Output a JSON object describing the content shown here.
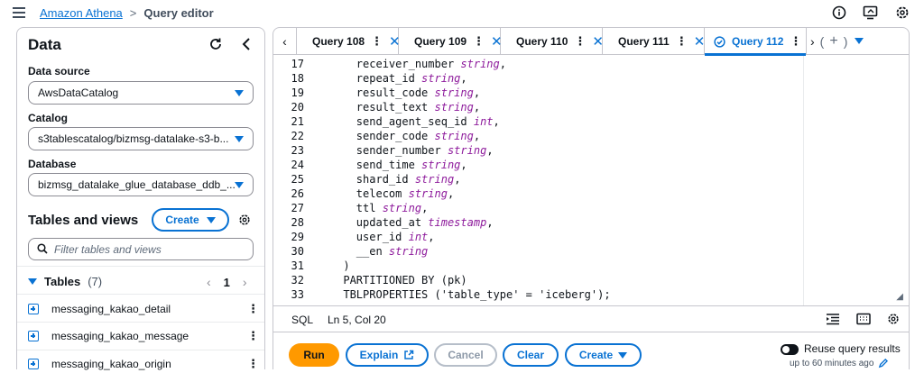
{
  "breadcrumb": {
    "service": "Amazon Athena",
    "separator": ">",
    "current": "Query editor"
  },
  "top_icons": [
    "info-icon",
    "screen-share-icon",
    "settings-icon"
  ],
  "left_panel": {
    "title": "Data",
    "data_source": {
      "label": "Data source",
      "value": "AwsDataCatalog"
    },
    "catalog": {
      "label": "Catalog",
      "value": "s3tablescatalog/bizmsg-datalake-s3-b..."
    },
    "database": {
      "label": "Database",
      "value": "bizmsg_datalake_glue_database_ddb_..."
    },
    "tables_and_views": {
      "title": "Tables and views",
      "create_label": "Create"
    },
    "filter_placeholder": "Filter tables and views",
    "tables": {
      "label": "Tables",
      "count": "(7)",
      "page": "1",
      "items": [
        "messaging_kakao_detail",
        "messaging_kakao_message",
        "messaging_kakao_origin"
      ]
    }
  },
  "tabs": {
    "items": [
      {
        "label": "Query 108"
      },
      {
        "label": "Query 109"
      },
      {
        "label": "Query 110"
      },
      {
        "label": "Query 111"
      },
      {
        "label": "Query 112",
        "active": true
      }
    ]
  },
  "code": {
    "lines": [
      {
        "n": "17",
        "indent": "        ",
        "name": "receiver_number ",
        "type": "string",
        "tail": ","
      },
      {
        "n": "18",
        "indent": "        ",
        "name": "repeat_id ",
        "type": "string",
        "tail": ","
      },
      {
        "n": "19",
        "indent": "        ",
        "name": "result_code ",
        "type": "string",
        "tail": ","
      },
      {
        "n": "20",
        "indent": "        ",
        "name": "result_text ",
        "type": "string",
        "tail": ","
      },
      {
        "n": "21",
        "indent": "        ",
        "name": "send_agent_seq_id ",
        "type": "int",
        "tail": ","
      },
      {
        "n": "22",
        "indent": "        ",
        "name": "sender_code ",
        "type": "string",
        "tail": ","
      },
      {
        "n": "23",
        "indent": "        ",
        "name": "sender_number ",
        "type": "string",
        "tail": ","
      },
      {
        "n": "24",
        "indent": "        ",
        "name": "send_time ",
        "type": "string",
        "tail": ","
      },
      {
        "n": "25",
        "indent": "        ",
        "name": "shard_id ",
        "type": "string",
        "tail": ","
      },
      {
        "n": "26",
        "indent": "        ",
        "name": "telecom ",
        "type": "string",
        "tail": ","
      },
      {
        "n": "27",
        "indent": "        ",
        "name": "ttl ",
        "type": "string",
        "tail": ","
      },
      {
        "n": "28",
        "indent": "        ",
        "name": "updated_at ",
        "type": "timestamp",
        "tail": ","
      },
      {
        "n": "29",
        "indent": "        ",
        "name": "user_id ",
        "type": "int",
        "tail": ","
      },
      {
        "n": "30",
        "indent": "        ",
        "name": "__en ",
        "type": "string",
        "tail": ""
      },
      {
        "n": "31",
        "indent": "      ",
        "name": ")",
        "type": "",
        "tail": ""
      },
      {
        "n": "32",
        "indent": "      ",
        "name": "PARTITIONED BY (pk)",
        "type": "",
        "tail": ""
      },
      {
        "n": "33",
        "indent": "      ",
        "name": "TBLPROPERTIES ('table_type' = 'iceberg');",
        "type": "",
        "tail": ""
      }
    ]
  },
  "status": {
    "language": "SQL",
    "position": "Ln 5, Col 20"
  },
  "actions": {
    "run": "Run",
    "explain": "Explain",
    "cancel": "Cancel",
    "clear": "Clear",
    "create": "Create",
    "reuse_label": "Reuse query results",
    "reuse_sub": "up to 60 minutes ago"
  },
  "colors": {
    "accent": "#0972d3",
    "run_button": "#ff9900",
    "type_keyword": "#8e1b9c"
  }
}
